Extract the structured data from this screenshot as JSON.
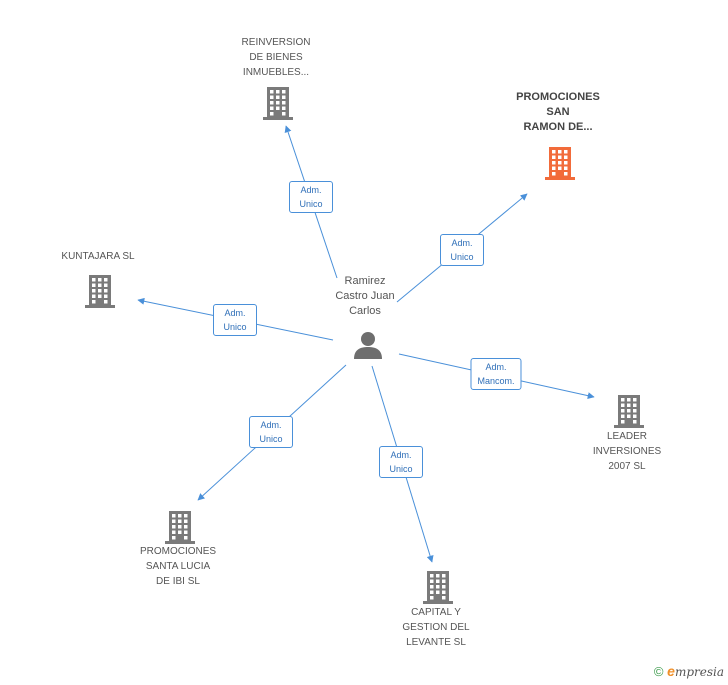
{
  "colors": {
    "edge": "#4a90d9",
    "building": "#7a7a7a",
    "building_highlight": "#f26b3a",
    "person": "#6e6e6e"
  },
  "center": {
    "label": "Ramirez\nCastro Juan\nCarlos",
    "icon": "person-icon"
  },
  "nodes": [
    {
      "id": "reinversion",
      "label": "REINVERSION\nDE BIENES\nINMUEBLES...",
      "icon": "building-icon",
      "highlight": false,
      "edge_label": "Adm.\nUnico"
    },
    {
      "id": "promociones-san-ramon",
      "label": "PROMOCIONES\nSAN\nRAMON DE...",
      "icon": "building-icon",
      "highlight": true,
      "edge_label": "Adm.\nUnico"
    },
    {
      "id": "kuntajara",
      "label": "KUNTAJARA SL",
      "icon": "building-icon",
      "highlight": false,
      "edge_label": "Adm.\nUnico"
    },
    {
      "id": "leader",
      "label": "LEADER\nINVERSIONES\n2007 SL",
      "icon": "building-icon",
      "highlight": false,
      "edge_label": "Adm.\nMancom."
    },
    {
      "id": "promociones-santa-lucia",
      "label": "PROMOCIONES\nSANTA LUCIA\nDE IBI SL",
      "icon": "building-icon",
      "highlight": false,
      "edge_label": "Adm.\nUnico"
    },
    {
      "id": "capital-gestion",
      "label": "CAPITAL Y\nGESTION DEL\nLEVANTE  SL",
      "icon": "building-icon",
      "highlight": false,
      "edge_label": "Adm.\nUnico"
    }
  ],
  "footer": {
    "copyright": "©",
    "brand_initial": "e",
    "brand_rest": "mpresia"
  }
}
